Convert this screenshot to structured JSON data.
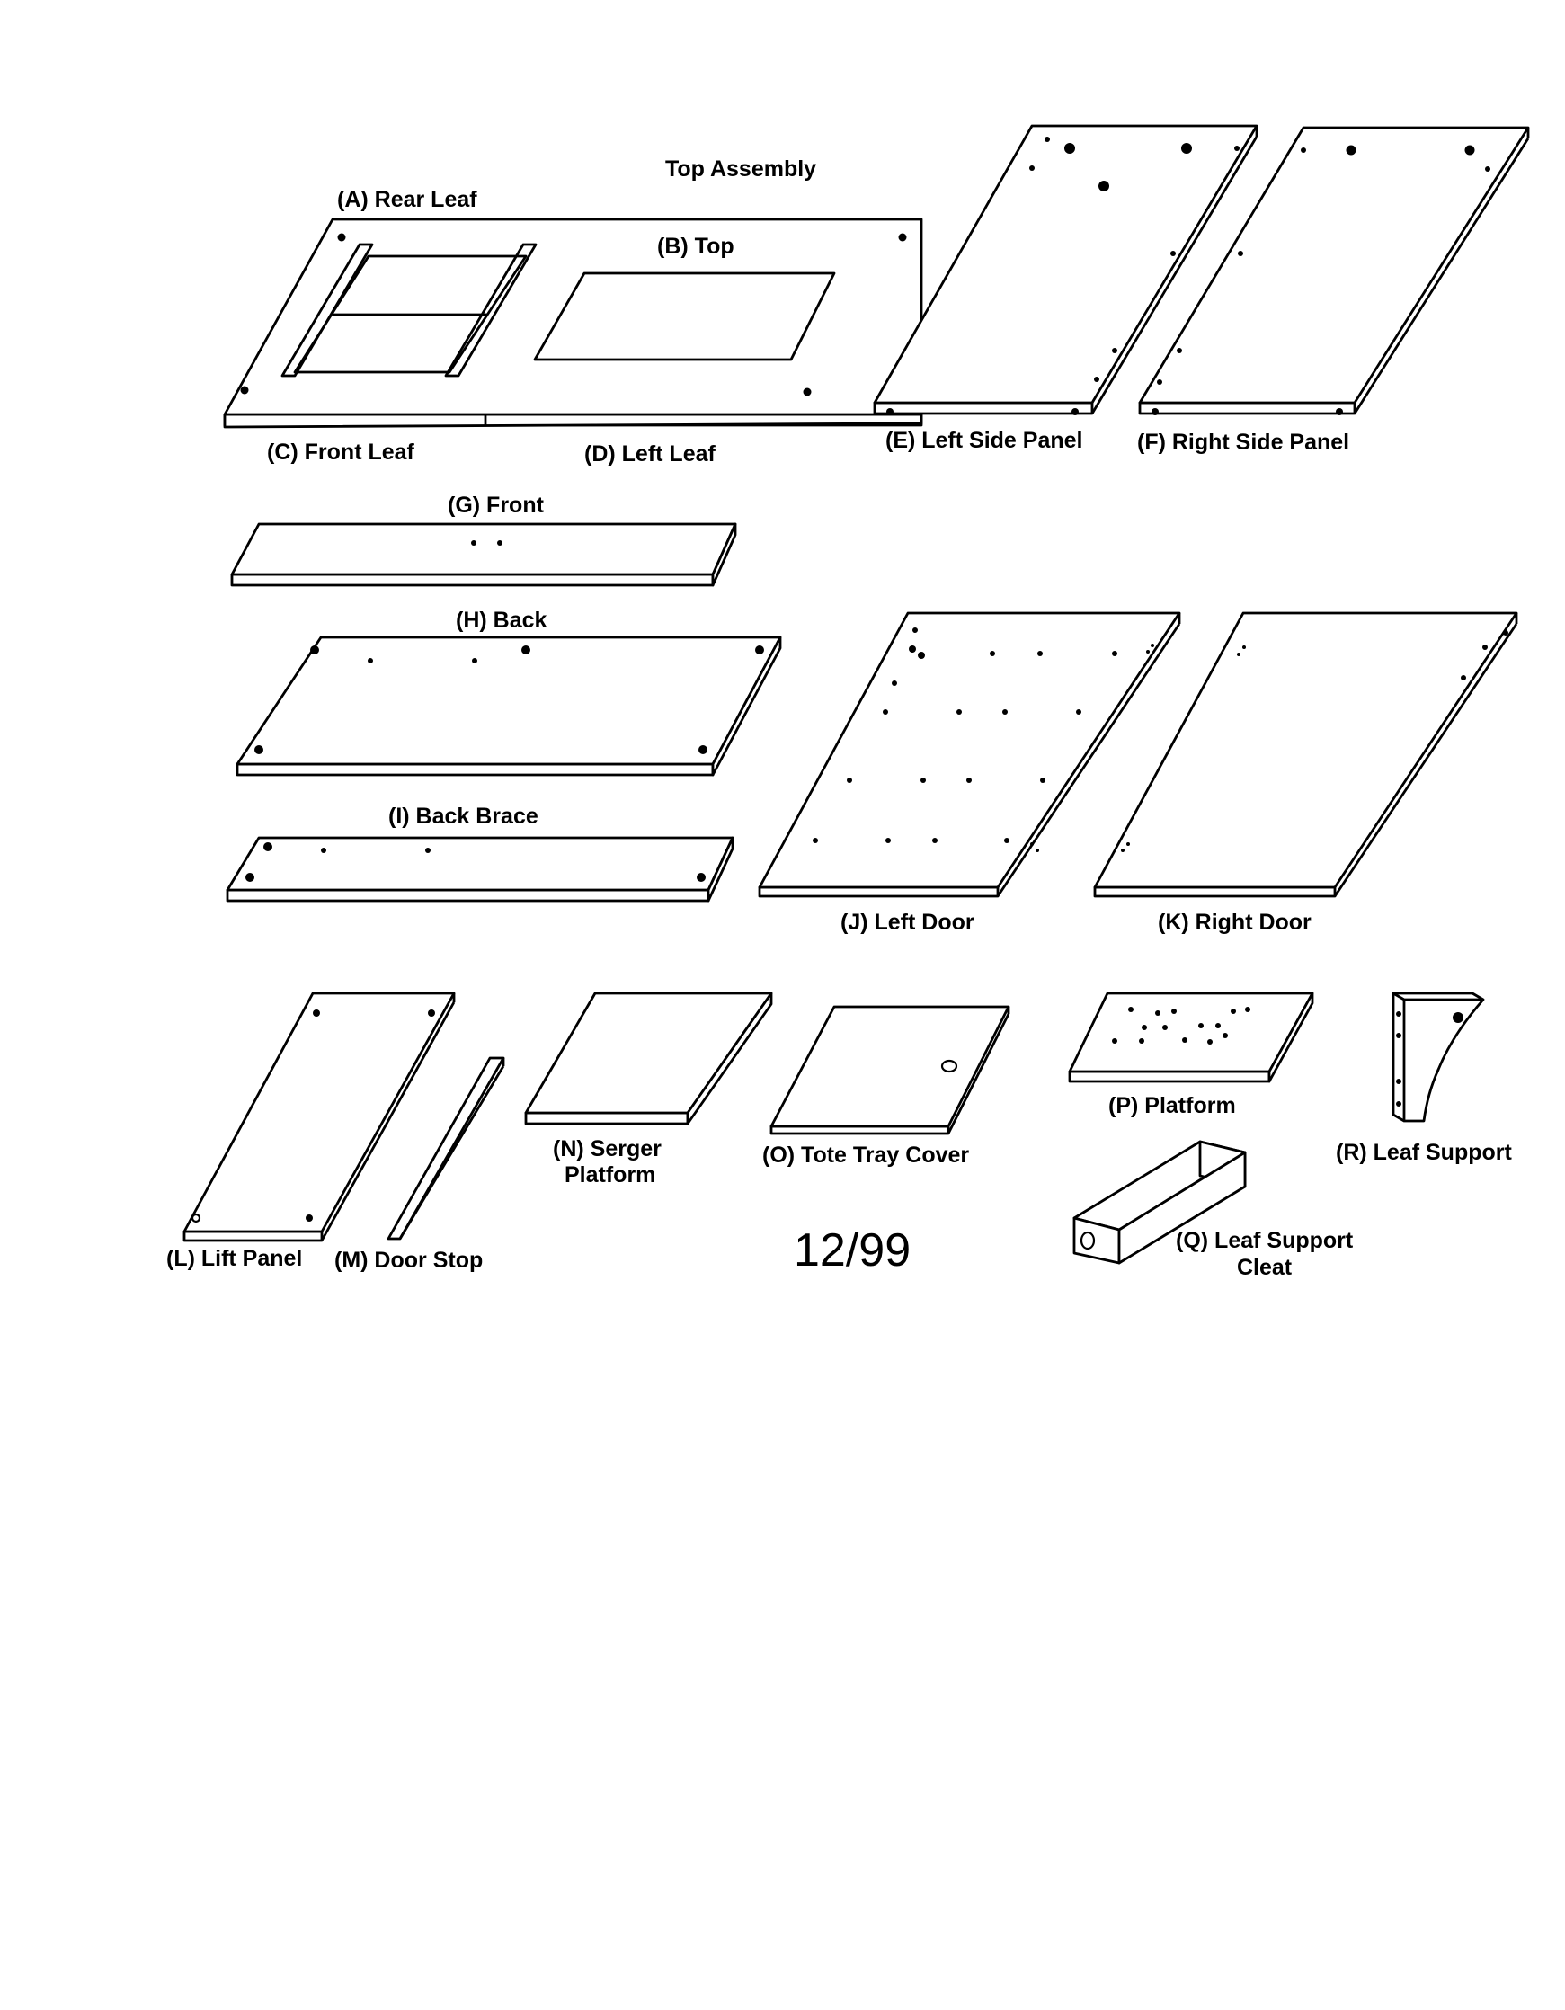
{
  "title": "Top Assembly",
  "date_mark": "12/99",
  "parts": {
    "a": "(A) Rear Leaf",
    "b": "(B) Top",
    "c": "(C) Front Leaf",
    "d": "(D) Left Leaf",
    "e": "(E) Left Side Panel",
    "f": "(F) Right Side Panel",
    "g": "(G) Front",
    "h": "(H) Back",
    "i": "(I) Back Brace",
    "j": "(J) Left Door",
    "k": "(K) Right Door",
    "l": "(L) Lift Panel",
    "m": "(M) Door Stop",
    "n1": "(N) Serger",
    "n2": "Platform",
    "o": "(O) Tote Tray Cover",
    "p": "(P) Platform",
    "q1": "(Q) Leaf Support",
    "q2": "Cleat",
    "r": "(R) Leaf Support"
  }
}
